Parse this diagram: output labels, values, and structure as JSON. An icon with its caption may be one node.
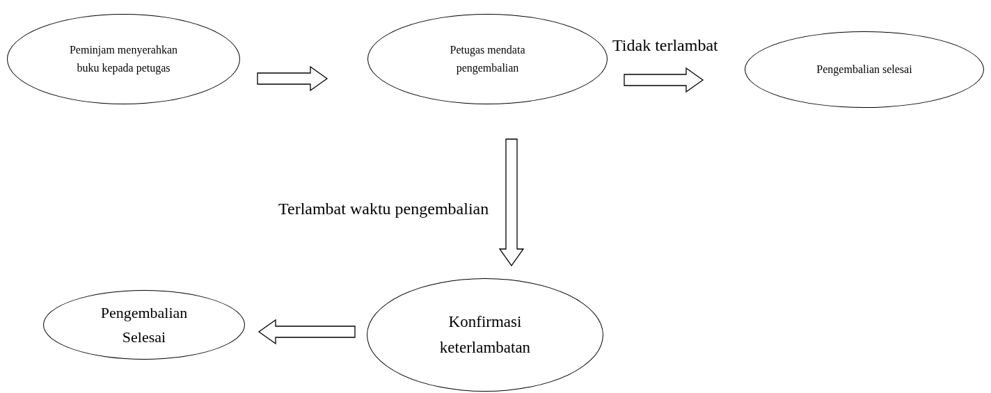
{
  "diagram": {
    "nodes": [
      {
        "text": [
          "Peminjam menyerahkan buku kepada petugas"
        ]
      },
      {
        "text": [
          "Petugas mendata pengembalian"
        ]
      },
      {
        "text": [
          "Pengembalian selesai"
        ]
      },
      {
        "text": [
          "Konfirmasi keterlambatan"
        ]
      },
      {
        "text": [
          "Pengembalian Selesai"
        ]
      }
    ],
    "edges": [
      {
        "from": 0,
        "to": 1,
        "arrow": "to"
      },
      {
        "from": 1,
        "to": 2,
        "arrow": "to",
        "label": "Tidak terlambat"
      },
      {
        "from": 1,
        "to": 3,
        "arrow": "to",
        "label": "Terlambat waktu pengembalian"
      },
      {
        "from": 3,
        "to": 4,
        "arrow": "to"
      }
    ]
  }
}
